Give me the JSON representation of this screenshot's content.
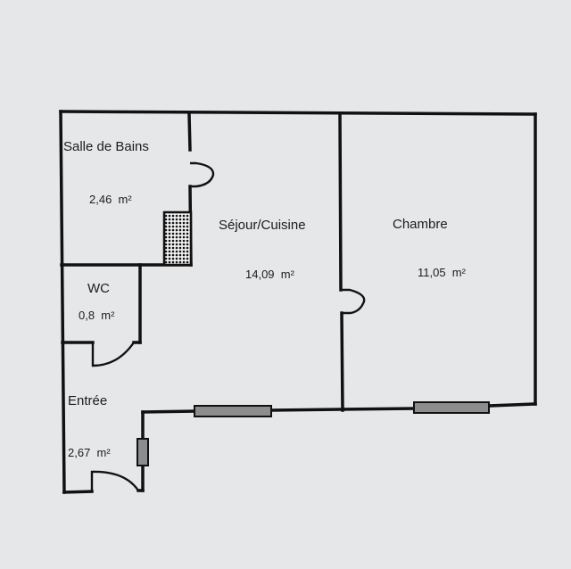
{
  "plan": {
    "rooms": [
      {
        "id": "salle-de-bains",
        "label": "Salle de Bains",
        "area": "2,46  m²"
      },
      {
        "id": "wc",
        "label": "WC",
        "area": "0,8  m²"
      },
      {
        "id": "entree",
        "label": "Entrée",
        "area": "2,67  m²"
      },
      {
        "id": "sejour-cuisine",
        "label": "Séjour/Cuisine",
        "area": "14,09  m²"
      },
      {
        "id": "chambre",
        "label": "Chambre",
        "area": "11,05  m²"
      }
    ]
  }
}
